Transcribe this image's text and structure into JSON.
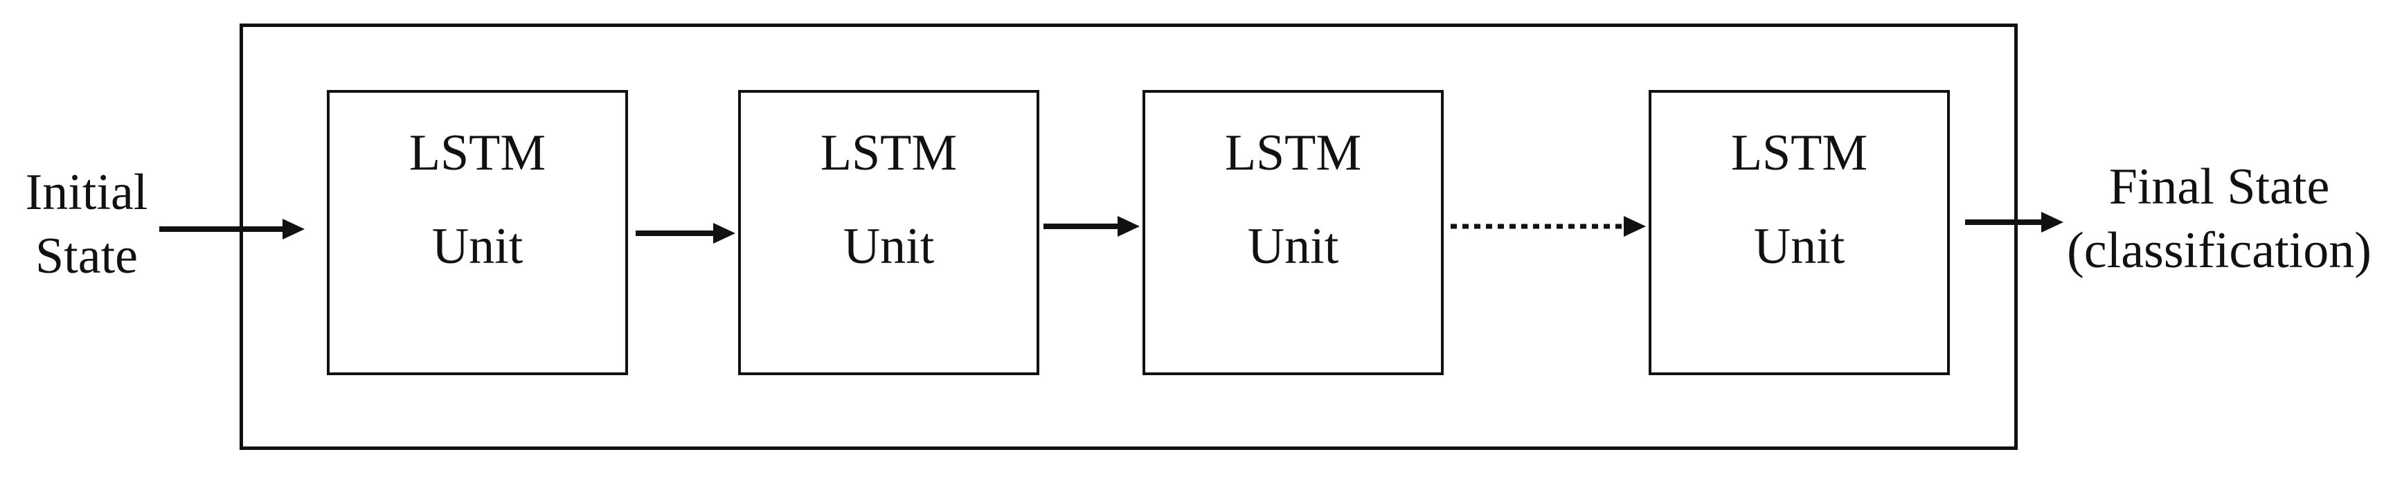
{
  "input": {
    "line1": "Initial",
    "line2": "State"
  },
  "output": {
    "line1": "Final State",
    "line2": "(classification)"
  },
  "units": [
    {
      "title": "LSTM",
      "subtitle": "Unit"
    },
    {
      "title": "LSTM",
      "subtitle": "Unit"
    },
    {
      "title": "LSTM",
      "subtitle": "Unit"
    },
    {
      "title": "LSTM",
      "subtitle": "Unit"
    }
  ]
}
